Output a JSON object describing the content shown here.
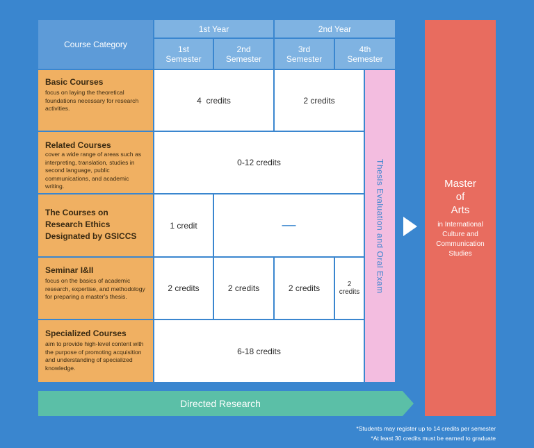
{
  "header": {
    "category": "Course Category",
    "year1": "1st Year",
    "year2": "2nd Year",
    "sem1": "1st\nSemester",
    "sem2": "2nd\nSemester",
    "sem3": "3rd\nSemester",
    "sem4": "4th\nSemester"
  },
  "rows": {
    "basic": {
      "title": "Basic Courses",
      "desc": "focus on laying the theoretical foundations necessary for research activities.",
      "y1": "4  credits",
      "y2": "2 credits"
    },
    "related": {
      "title": "Related Courses",
      "desc": "cover a wide range of areas such as interpreting, translation, studies in second language, public communications, and academic writing.",
      "all": "0-12 credits"
    },
    "ethics": {
      "title": "The Courses on Research Ethics Designated by GSICCS",
      "s1": "1 credit",
      "rest": "—"
    },
    "seminar": {
      "title": "Seminar I&II",
      "desc": "focus on the basics of academic research, expertise, and methodology for preparing a master's thesis.",
      "s1": "2 credits",
      "s2": "2 credits",
      "s3": "2 credits",
      "s4": "2\ncredits"
    },
    "specialized": {
      "title": "Specialized Courses",
      "desc": "aim to provide high-level content with the purpose of promoting acquisition and understanding of specialized knowledge.",
      "all": "6-18 credits"
    }
  },
  "thesis": "Thesis Evaluation and Oral Exam",
  "directed_research": "Directed Research",
  "master": {
    "line1": "Master",
    "line2": "of",
    "line3": "Arts",
    "sub": "in International Culture and Communication Studies"
  },
  "notes": {
    "n1": "*Students may register up to 14 credits per semester",
    "n2": "*At least 30 credits must be earned to graduate"
  },
  "colors": {
    "background": "#3a86cf",
    "header": "#7fb3e2",
    "category": "#f0b062",
    "thesis": "#f3bde0",
    "master": "#e86c5f",
    "directed": "#5bbfa7"
  },
  "icons": {
    "arrow": "right-triangle-icon"
  }
}
